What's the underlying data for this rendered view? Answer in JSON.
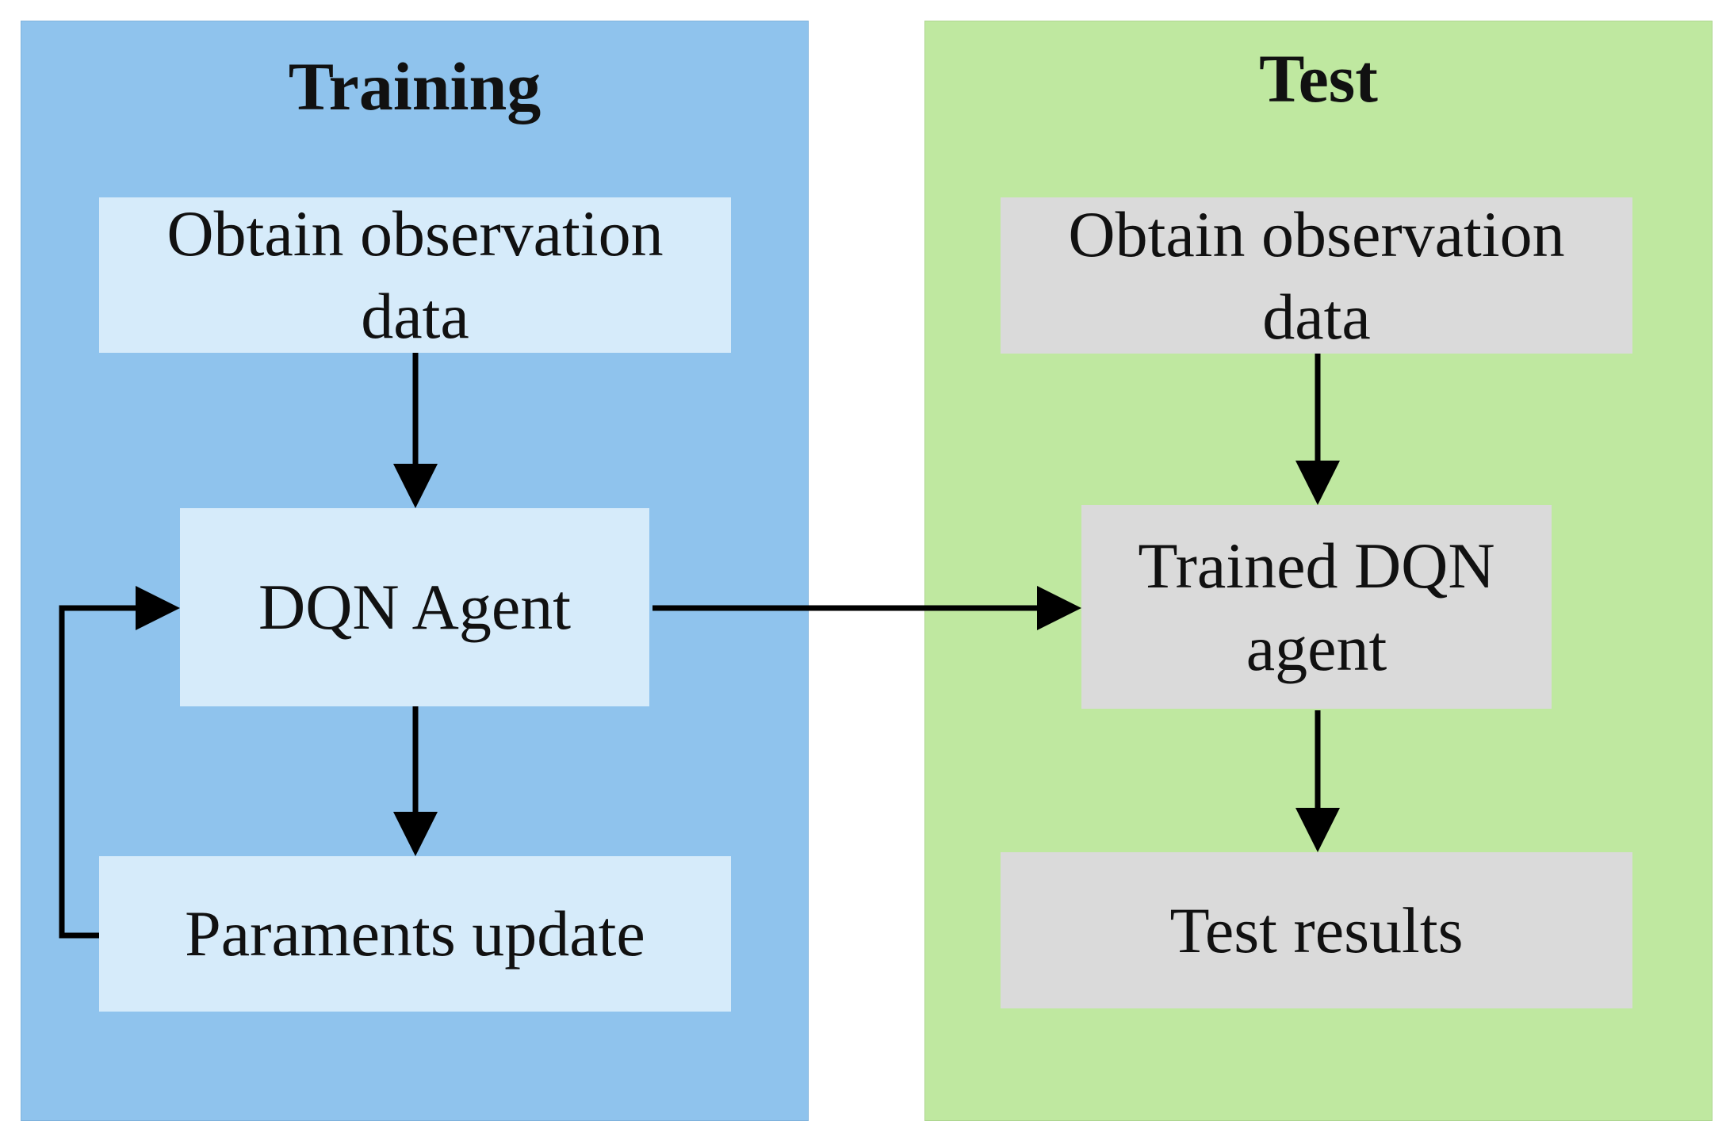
{
  "training": {
    "title": "Training",
    "obtain_observation": "Obtain observation data",
    "dqn_agent": "DQN Agent",
    "paraments_update": "Paraments update"
  },
  "test": {
    "title": "Test",
    "obtain_observation": "Obtain observation data",
    "trained_agent": "Trained DQN agent",
    "test_results": "Test results"
  },
  "colors": {
    "training_panel": "#8fc3ed",
    "training_box": "#d6ebfa",
    "test_panel": "#bfe8a0",
    "test_box": "#dadada",
    "arrow": "#000000"
  }
}
